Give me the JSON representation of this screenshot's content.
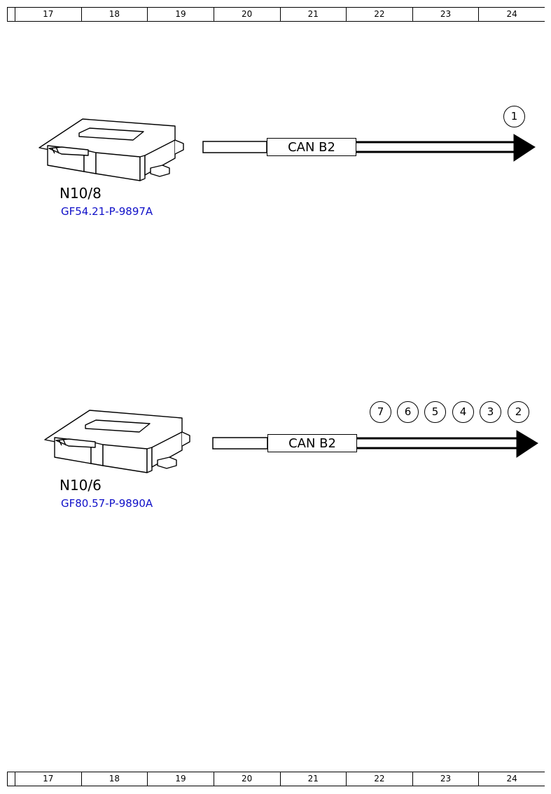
{
  "grid": {
    "columns": [
      "17",
      "18",
      "19",
      "20",
      "21",
      "22",
      "23",
      "24"
    ]
  },
  "modules": [
    {
      "id": "N10/8",
      "ref": "GF54.21-P-9897A",
      "bus": "CAN B2",
      "connections": [
        "1"
      ]
    },
    {
      "id": "N10/6",
      "ref": "GF80.57-P-9890A",
      "bus": "CAN B2",
      "connections": [
        "7",
        "6",
        "5",
        "4",
        "3",
        "2"
      ]
    }
  ]
}
